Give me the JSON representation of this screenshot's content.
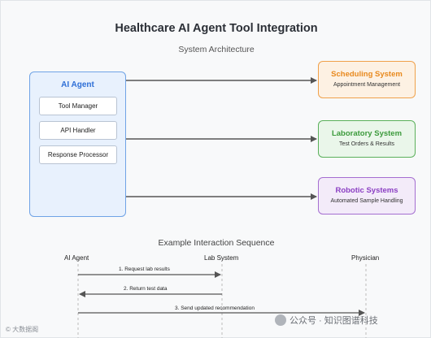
{
  "title": "Healthcare AI Agent Tool Integration",
  "subtitle": "System Architecture",
  "agent": {
    "title": "AI Agent",
    "components": [
      "Tool Manager",
      "API Handler",
      "Response Processor"
    ]
  },
  "systems": [
    {
      "name": "Scheduling System",
      "desc": "Appointment Management",
      "color": "#f0a14a"
    },
    {
      "name": "Laboratory System",
      "desc": "Test Orders & Results",
      "color": "#5bb05b"
    },
    {
      "name": "Robotic Systems",
      "desc": "Automated Sample Handling",
      "color": "#a56ed0"
    }
  ],
  "sequence": {
    "title": "Example Interaction Sequence",
    "actors": [
      "AI Agent",
      "Lab System",
      "Physician"
    ],
    "messages": [
      "1. Request lab results",
      "2. Return test data",
      "3. Send updated recommendation"
    ]
  },
  "watermark": {
    "left": "© 大数据阁",
    "right": "公众号 · 知识图谱科技"
  }
}
